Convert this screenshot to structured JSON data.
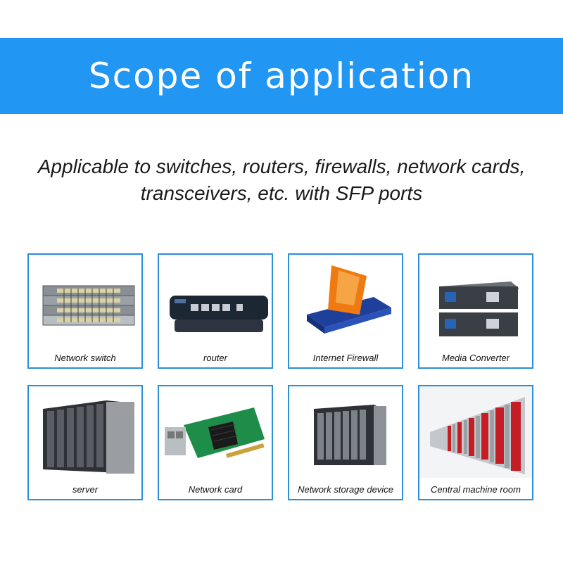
{
  "header": {
    "title": "Scope of application"
  },
  "description": {
    "line1": "Applicable to switches, routers, firewalls, network cards,",
    "line2": "transceivers, etc. with SFP ports"
  },
  "devices": [
    {
      "label": "Network switch"
    },
    {
      "label": "router"
    },
    {
      "label": "Internet Firewall"
    },
    {
      "label": "Media Converter"
    },
    {
      "label": "server"
    },
    {
      "label": "Network card"
    },
    {
      "label": "Network storage device"
    },
    {
      "label": "Central machine room"
    }
  ],
  "colors": {
    "banner": "#2196f3",
    "card_border": "#2b8fd9"
  }
}
